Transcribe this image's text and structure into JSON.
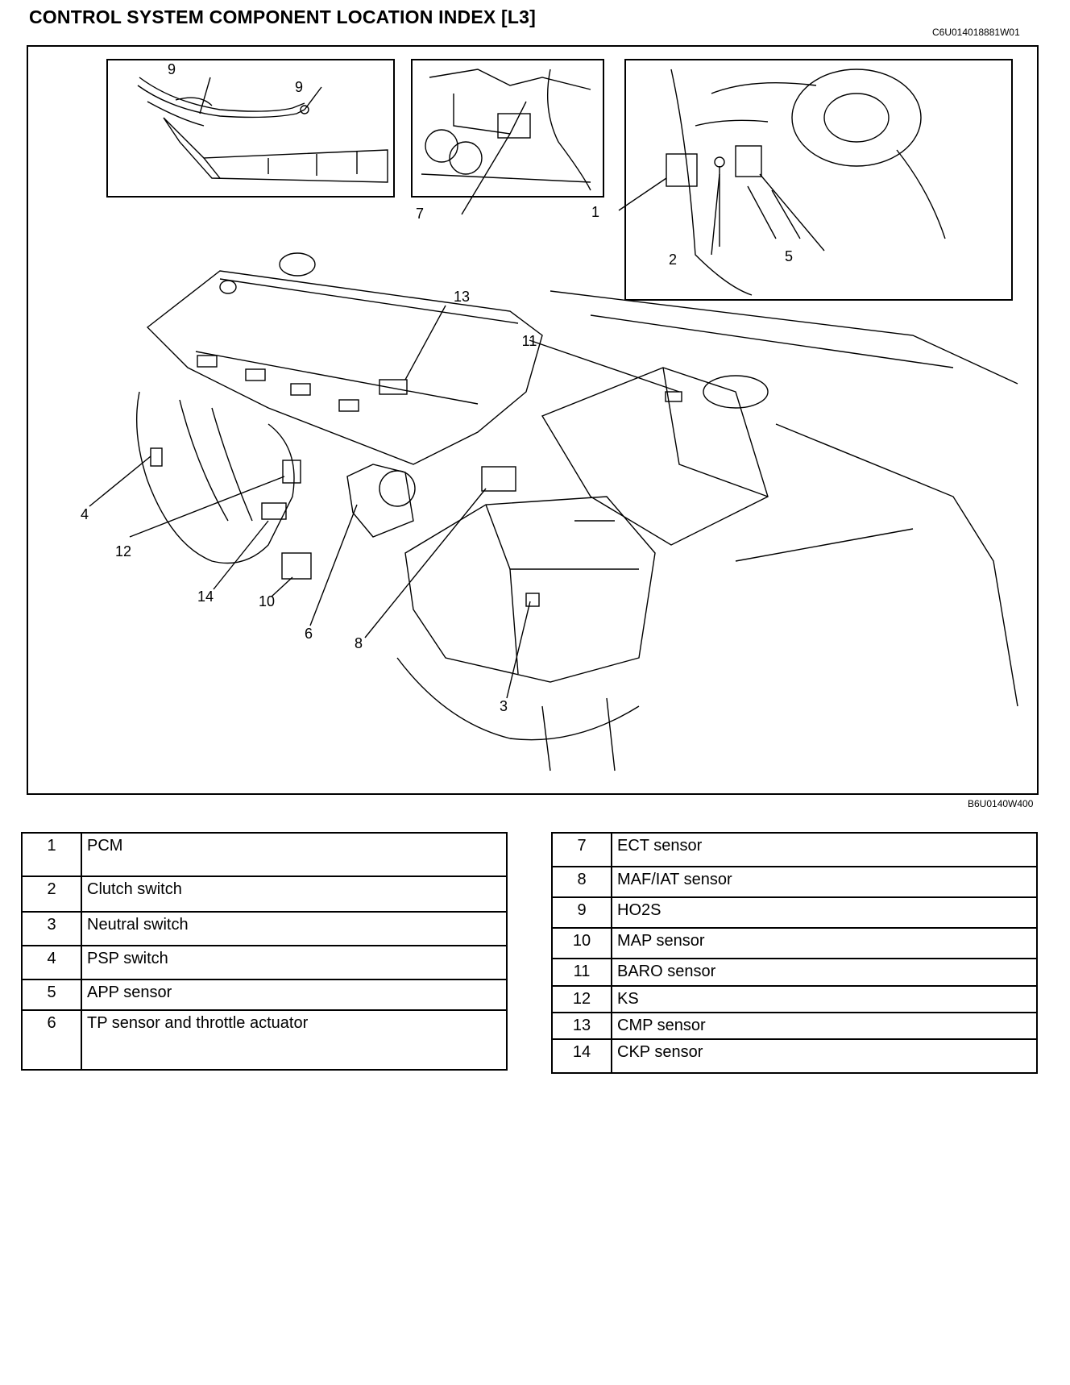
{
  "title": "CONTROL SYSTEM COMPONENT LOCATION INDEX [L3]",
  "code_top": "C6U014018881W01",
  "code_bottom": "B6U0140W400",
  "callouts": {
    "c1": "1",
    "c2": "2",
    "c3": "3",
    "c4": "4",
    "c5": "5",
    "c6": "6",
    "c7": "7",
    "c8": "8",
    "c9a": "9",
    "c9b": "9",
    "c10": "10",
    "c11": "11",
    "c12": "12",
    "c13": "13",
    "c14": "14"
  },
  "legend_left": [
    {
      "num": "1",
      "name": "PCM"
    },
    {
      "num": "2",
      "name": "Clutch switch"
    },
    {
      "num": "3",
      "name": "Neutral switch"
    },
    {
      "num": "4",
      "name": "PSP switch"
    },
    {
      "num": "5",
      "name": "APP sensor"
    },
    {
      "num": "6",
      "name": "TP sensor and throttle actuator"
    }
  ],
  "legend_right": [
    {
      "num": "7",
      "name": "ECT sensor"
    },
    {
      "num": "8",
      "name": "MAF/IAT sensor"
    },
    {
      "num": "9",
      "name": "HO2S"
    },
    {
      "num": "10",
      "name": "MAP sensor"
    },
    {
      "num": "11",
      "name": "BARO sensor"
    },
    {
      "num": "12",
      "name": "KS"
    },
    {
      "num": "13",
      "name": "CMP sensor"
    },
    {
      "num": "14",
      "name": "CKP sensor"
    }
  ]
}
